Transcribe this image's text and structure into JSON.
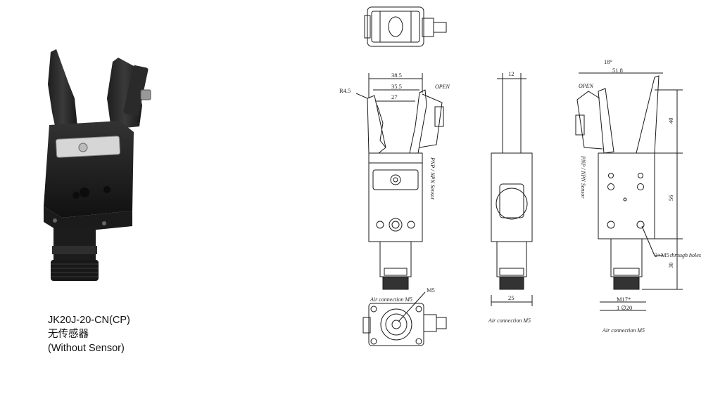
{
  "product": {
    "model": "JK20J-20-CN(CP)",
    "subtitle_cn": "无传感器",
    "subtitle_en": "(Without Sensor)"
  },
  "drawing": {
    "open_label": "OPEN",
    "open_label_right": "OPEN",
    "sensor_label": "PNP / NPN Sensor",
    "sensor_label_right": "PNP / NPN Sensor",
    "air_connection_bottom": "Air connection  M5",
    "air_connection_side": "Air connection  M5",
    "air_connection_right": "Air connection  M5",
    "m5_label": "M5",
    "holes_note_prefix": "2×M5",
    "holes_note_suffix": "through holes",
    "dims": {
      "width_outer": "38.5",
      "width_mid": "35.5",
      "width_inner": "27",
      "radius": "R4.5",
      "side_top": "12",
      "side_bottom": "25",
      "angle": "18°",
      "open_width": "51.8",
      "h_jaw": "40",
      "h_body": "56",
      "h_stem": "30",
      "thread": "M17*",
      "diameter": "1 ∅20"
    }
  },
  "colors": {
    "body_dark": "#2b2b2b",
    "line": "#1a1a1a"
  }
}
